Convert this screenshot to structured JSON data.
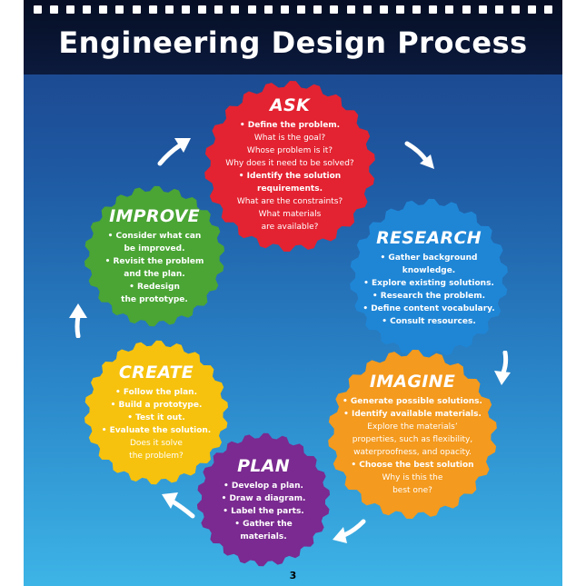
{
  "title": "Engineering Design Process",
  "page_number": "3",
  "colors": {
    "ask": "#e32331",
    "research": "#1f86d6",
    "imagine": "#f49a1e",
    "plan": "#7a2a90",
    "create": "#f6c20e",
    "improve": "#4aa534"
  },
  "steps": {
    "ask": {
      "heading": "ASK",
      "lines": [
        "• Define the problem.",
        "What is the goal?",
        "Whose problem is it?",
        "Why does it need to be solved?",
        "• Identify the solution requirements.",
        "What are the constraints?",
        "What materials",
        "are available?"
      ]
    },
    "research": {
      "heading": "RESEARCH",
      "lines": [
        "• Gather background",
        "knowledge.",
        "• Explore existing solutions.",
        "• Research the problem.",
        "• Define content vocabulary.",
        "• Consult resources."
      ]
    },
    "imagine": {
      "heading": "IMAGINE",
      "lines": [
        "• Generate possible solutions.",
        "• Identify available materials.",
        "Explore the materials’",
        "properties, such as flexibility,",
        "waterproofness, and opacity.",
        "• Choose the best solution",
        "Why is this the",
        "best one?"
      ]
    },
    "plan": {
      "heading": "PLAN",
      "lines": [
        "• Develop a plan.",
        "• Draw a diagram.",
        "• Label the parts.",
        "• Gather the",
        "materials."
      ]
    },
    "create": {
      "heading": "CREATE",
      "lines": [
        "• Follow the plan.",
        "• Build a prototype.",
        "• Test it out.",
        "• Evaluate the solution.",
        "Does it solve",
        "the problem?"
      ]
    },
    "improve": {
      "heading": "IMPROVE",
      "lines": [
        "• Consider what can",
        "be improved.",
        "• Revisit the problem",
        "and the plan.",
        "• Redesign",
        "the prototype."
      ]
    }
  }
}
